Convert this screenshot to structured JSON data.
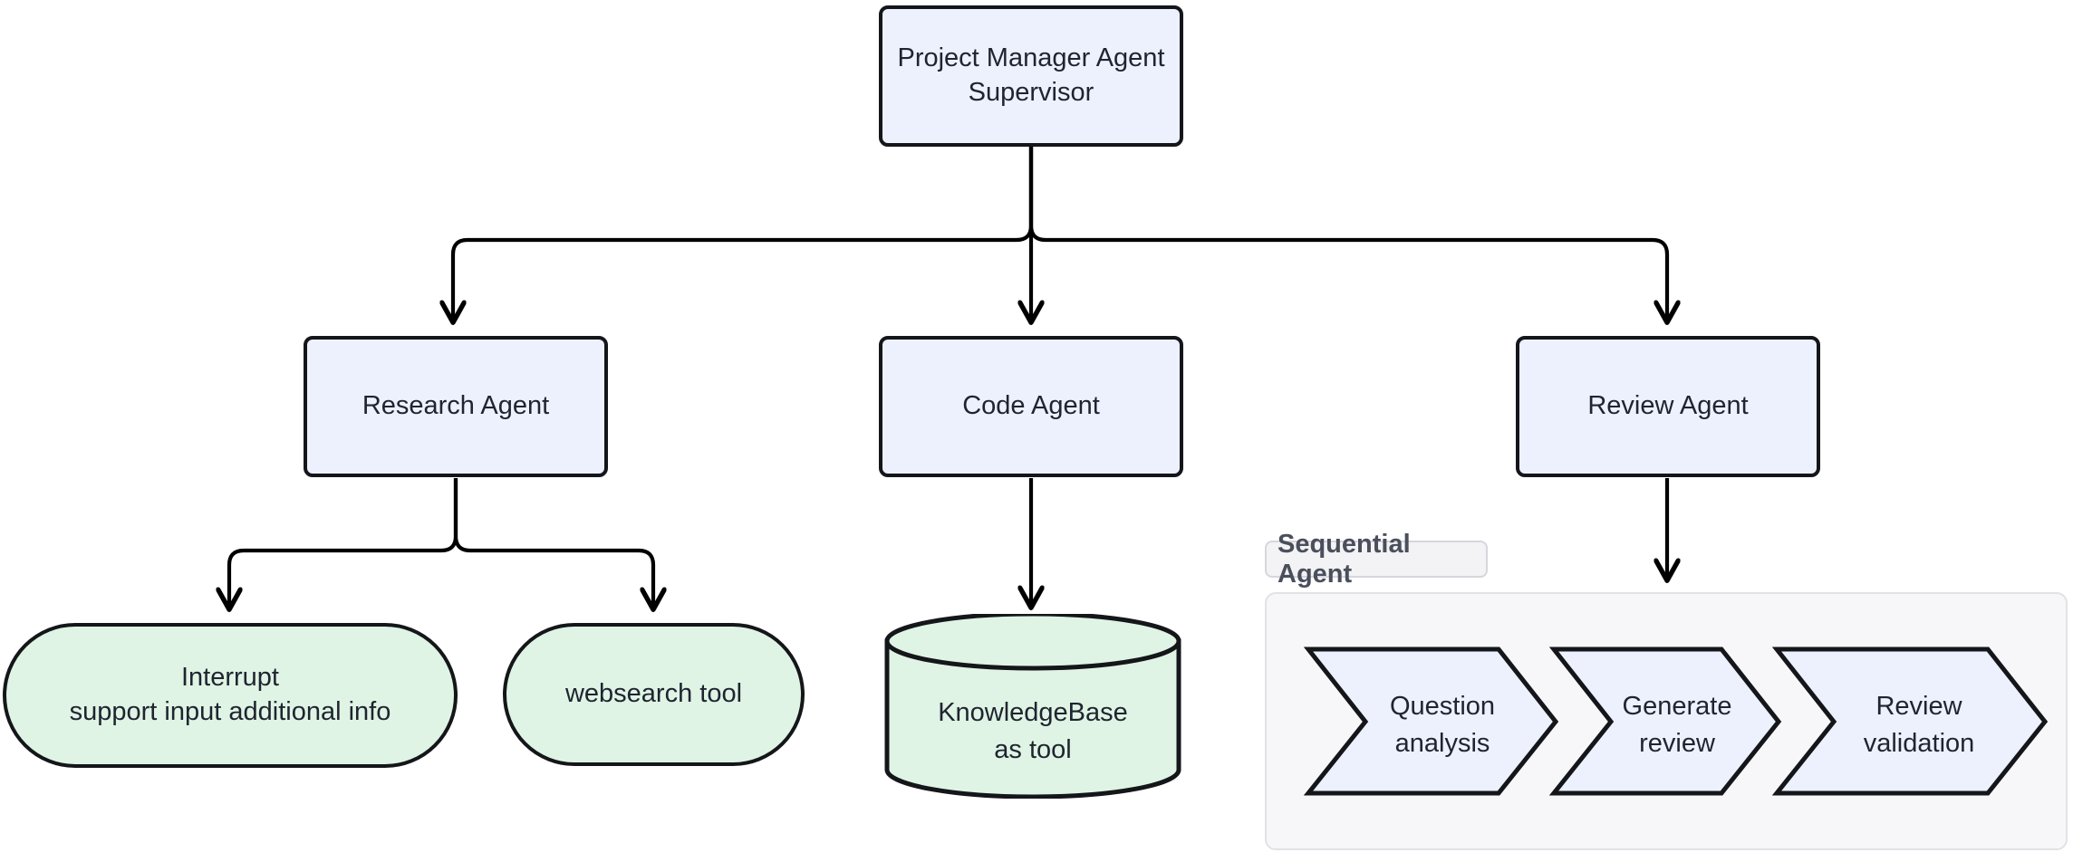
{
  "diagram": {
    "title": "Multi-Agent Project Manager Flowchart",
    "colors": {
      "process_fill": "#ECF1FD",
      "tool_fill": "#DFF4E4",
      "node_stroke": "#14161a",
      "text": "#1f2430",
      "subgraph_fill": "#F7F7F9",
      "subgraph_stroke": "#e2e2e6",
      "subgraph_label_fill": "#F3F3F5",
      "subgraph_label_text": "#4a4f5c"
    },
    "nodes": {
      "supervisor": {
        "label": "Project Manager Agent\nSupervisor",
        "shape": "rounded-rect"
      },
      "research_agent": {
        "label": "Research Agent",
        "shape": "rounded-rect"
      },
      "code_agent": {
        "label": "Code Agent",
        "shape": "rounded-rect"
      },
      "review_agent": {
        "label": "Review Agent",
        "shape": "rounded-rect"
      },
      "interrupt": {
        "label": "Interrupt\nsupport input additional info",
        "shape": "stadium"
      },
      "websearch": {
        "label": "websearch tool",
        "shape": "stadium"
      },
      "knowledgebase": {
        "label": "KnowledgeBase\nas tool",
        "shape": "cylinder"
      }
    },
    "subgraph": {
      "label": "Sequential Agent",
      "steps": [
        {
          "label": "Question\nanalysis",
          "line1": "Question",
          "line2": "analysis",
          "shape": "chevron"
        },
        {
          "label": "Generate\nreview",
          "line1": "Generate",
          "line2": "review",
          "shape": "chevron"
        },
        {
          "label": "Review\nvalidation",
          "line1": "Review",
          "line2": "validation",
          "shape": "chevron"
        }
      ]
    },
    "edges": [
      {
        "from": "supervisor",
        "to": "research_agent"
      },
      {
        "from": "supervisor",
        "to": "code_agent"
      },
      {
        "from": "supervisor",
        "to": "review_agent"
      },
      {
        "from": "research_agent",
        "to": "interrupt"
      },
      {
        "from": "research_agent",
        "to": "websearch"
      },
      {
        "from": "code_agent",
        "to": "knowledgebase"
      },
      {
        "from": "review_agent",
        "to": "subgraph"
      }
    ]
  }
}
